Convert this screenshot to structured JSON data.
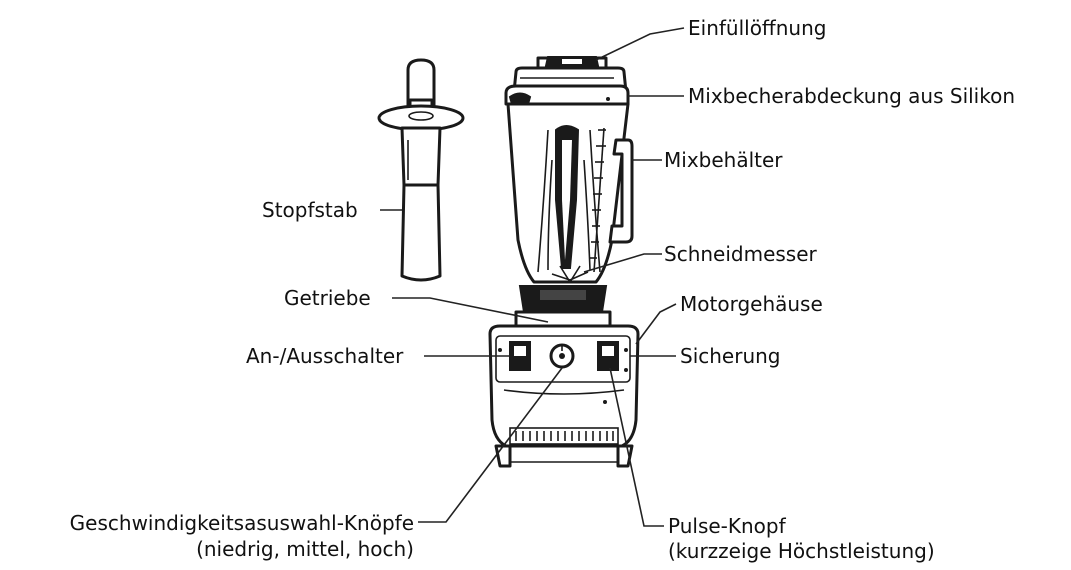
{
  "labels": {
    "einfuelloeffnung": "Einfüllöffnung",
    "mixbecherabdeckung": "Mixbecherabdeckung aus Silikon",
    "mixbehaelter": "Mixbehälter",
    "stopfstab": "Stopfstab",
    "schneidmesser": "Schneidmesser",
    "getriebe": "Getriebe",
    "motorgehaeuse": "Motorgehäuse",
    "ausschalter": "An-/Ausschalter",
    "sicherung": "Sicherung",
    "geschwindigkeit_line1": "Geschwindigkeitsasuswahl-Knöpfe",
    "geschwindigkeit_line2": "(niedrig, mittel, hoch)",
    "pulse_line1": "Pulse-Knopf",
    "pulse_line2": "(kurzzeige Höchstleistung)"
  }
}
